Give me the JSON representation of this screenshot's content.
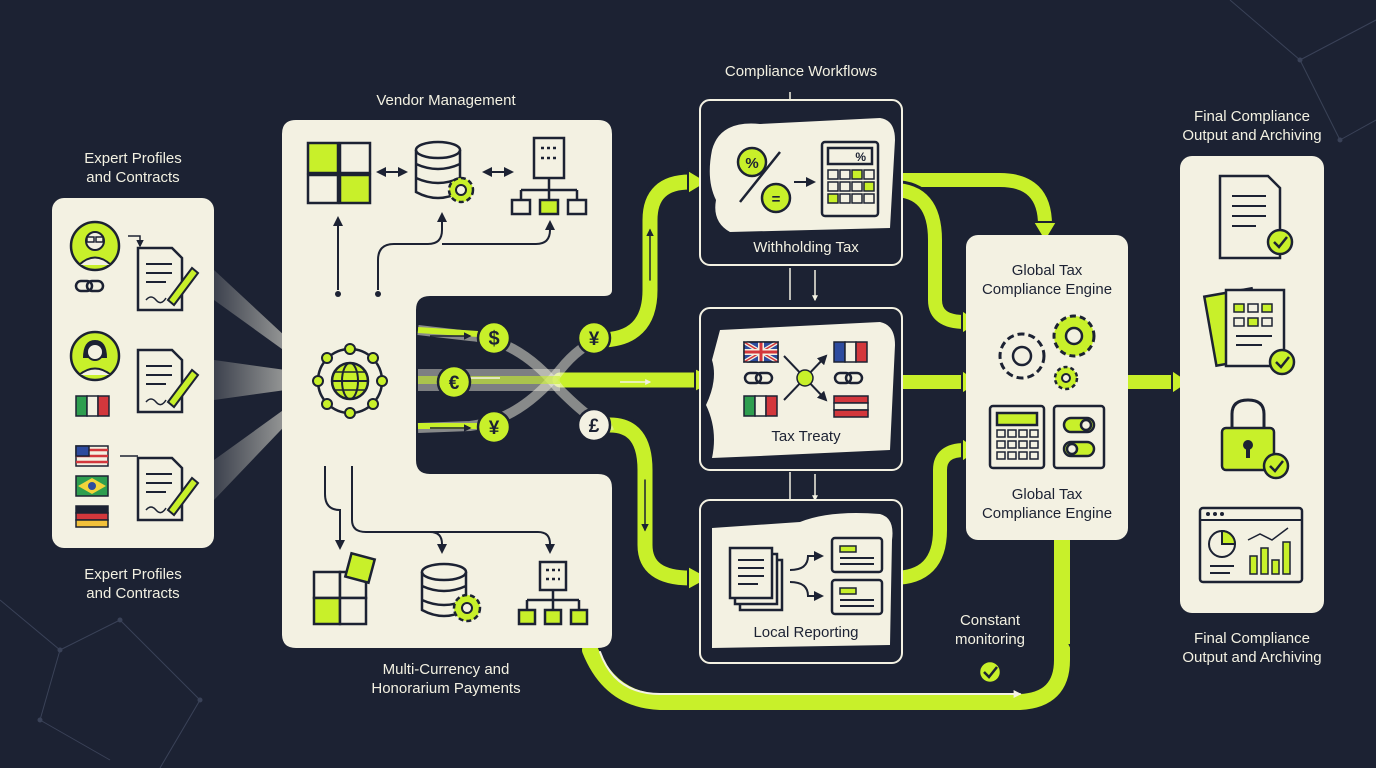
{
  "colors": {
    "background": "#1c2233",
    "panel": "#f3f1e2",
    "accent": "#c8f02a",
    "ink": "#1c2233"
  },
  "labels": {
    "expert_profiles_top": [
      "Expert Profiles",
      "and Contracts"
    ],
    "expert_profiles_bottom": [
      "Expert Profiles",
      "and Contracts"
    ],
    "vendor_management": "Vendor Management",
    "multi_currency": [
      "Multi-Currency and",
      "Honorarium Payments"
    ],
    "compliance_workflows": "Compliance Workflows",
    "withholding_tax": "Withholding Tax",
    "tax_treaty": "Tax Treaty",
    "local_reporting": "Local Reporting",
    "engine_top": [
      "Global Tax",
      "Compliance Engine"
    ],
    "engine_bottom": [
      "Global Tax",
      "Compliance Engine"
    ],
    "constant_monitoring": [
      "Constant",
      "monitoring"
    ],
    "final_top": [
      "Final Compliance",
      "Output and Archiving"
    ],
    "final_bottom": [
      "Final Compliance",
      "Output and Archiving"
    ]
  },
  "icons": {
    "currency_symbols": [
      "$",
      "€",
      "¥",
      "¥",
      "£"
    ],
    "percent_symbol": "%",
    "equals_symbol": "=",
    "calculator_symbol": "%"
  }
}
